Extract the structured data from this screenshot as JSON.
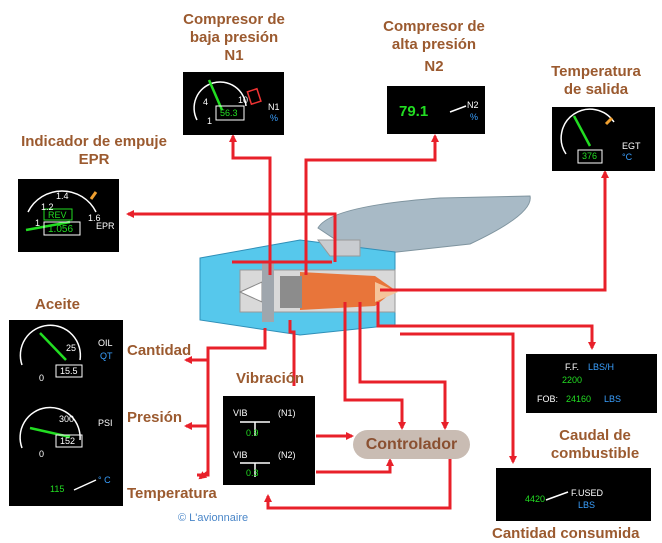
{
  "labels": {
    "n1_title_1": "Compresor de",
    "n1_title_2": "baja presión",
    "n1_title_3": "N1",
    "n2_title_1": "Compresor de",
    "n2_title_2": "alta presión",
    "n2_title_3": "N2",
    "egt_title_1": "Temperatura",
    "egt_title_2": "de salida",
    "epr_title_1": "Indicador de empuje",
    "epr_title_2": "EPR",
    "oil_title": "Aceite",
    "qty": "Cantidad",
    "press": "Presión",
    "temp": "Temperatura",
    "vib_title": "Vibración",
    "controller": "Controlador",
    "ff_title_1": "Caudal de",
    "ff_title_2": "combustible",
    "used_title": "Cantidad consumida",
    "copyright": "© L'avionnaire"
  },
  "n1_display": {
    "tick_4": "4",
    "tick_10": "10",
    "tick_1": "1",
    "value": "56.3",
    "unit": "N1",
    "pct": "%"
  },
  "n2_display": {
    "value": "79.1",
    "unit": "N2",
    "pct": "%"
  },
  "egt_display": {
    "value": "376",
    "unit": "EGT",
    "deg": "°C"
  },
  "epr_display": {
    "t12": "1.2",
    "t14": "1.4",
    "t16": "1.6",
    "t1": "1",
    "rev": "REV",
    "value": "1.056",
    "unit": "EPR"
  },
  "oil_display": {
    "qty_tick_25": "25",
    "qty_tick_0": "0",
    "qty_value": "15.5",
    "qty_unit": "OIL",
    "qty_sub": "QT",
    "psi_tick_300": "300",
    "psi_tick_0": "0",
    "psi_value": "152",
    "psi_unit": "PSI",
    "temp_value": "115",
    "temp_unit": "° C"
  },
  "vib_display": {
    "vib1": "VIB",
    "n1": "(N1)",
    "val1": "0.9",
    "vib2": "VIB",
    "n2": "(N2)",
    "val2": "0.3"
  },
  "ff_display": {
    "ff_lbl": "F.F.",
    "ff_unit": "LBS/H",
    "ff_value": "2200",
    "fob_lbl": "FOB:",
    "fob_value": "24160",
    "fob_unit": "LBS"
  },
  "used_display": {
    "value": "4420",
    "lbl": "F.USED",
    "unit": "LBS"
  },
  "colors": {
    "arrow": "#e8202a",
    "label": "#9b5a2f",
    "display_bg": "#000000",
    "green": "#22dd22",
    "blue": "#3aa0ff",
    "nacelle": "#56c8ec"
  }
}
